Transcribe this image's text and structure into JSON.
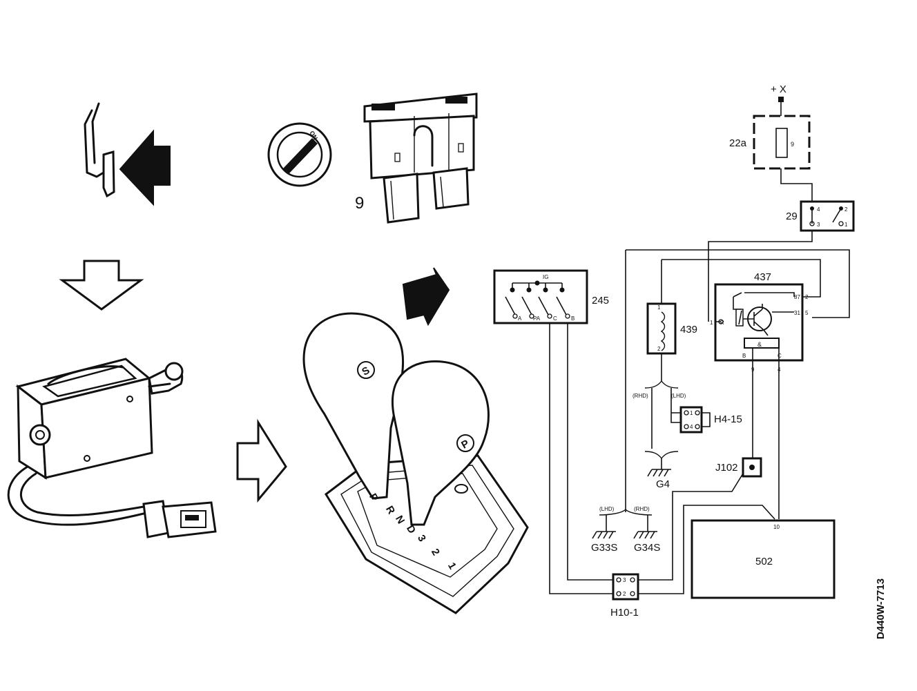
{
  "diagram": {
    "drawing_code": "D440W-7713",
    "labels": {
      "supply": "+ X",
      "fuse_box": "22a",
      "fuse_in_box": "9",
      "fuse_callout": "9",
      "ignition_key": "ON",
      "switch_29": "29",
      "ignition_switch": "245",
      "ig": "IG",
      "relay": "437",
      "solenoid": "439",
      "connector_h4": "H4-15",
      "ground_g4": "G4",
      "ground_g33": "G33S",
      "ground_g34": "G34S",
      "junction": "J102",
      "ecu": "502",
      "connector_h10": "H10-1",
      "lhd": "(LHD)",
      "rhd": "(RHD)",
      "gate_and": "&"
    },
    "pins": {
      "sw29": [
        "4",
        "2",
        "3",
        "1"
      ],
      "ign": [
        "A",
        "PA",
        "C",
        "B"
      ],
      "relay_left": [
        "1",
        "R"
      ],
      "relay_top": [
        "87",
        "2"
      ],
      "relay_mid": [
        "31",
        "5"
      ],
      "relay_bottom": [
        "B",
        "C"
      ],
      "relay_wire": [
        "9",
        "4"
      ],
      "solenoid": [
        "1",
        "2"
      ],
      "h4": [
        "1",
        "4"
      ],
      "h10": [
        "3",
        "2"
      ],
      "ecu": "10"
    },
    "selector": [
      "P",
      "R",
      "N",
      "D",
      "3",
      "2",
      "1"
    ],
    "selector_buttons": [
      "S",
      "P"
    ]
  }
}
